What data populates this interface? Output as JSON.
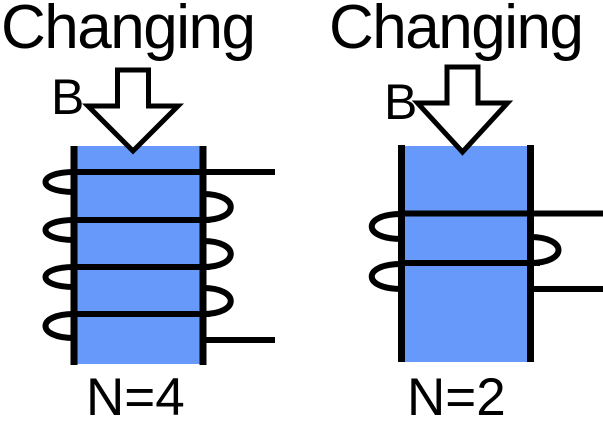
{
  "diagram": {
    "title_concept": "Changing magnetic field through coils",
    "left_coil": {
      "field_label": "Changing",
      "field_symbol": "B",
      "turns_label": "N=4",
      "turns_count": 4
    },
    "right_coil": {
      "field_label": "Changing",
      "field_symbol": "B",
      "turns_label": "N=2",
      "turns_count": 2
    }
  },
  "colors": {
    "core_fill": "#6699FA",
    "wire": "#000000",
    "arrow_fill": "#FFFFFF",
    "arrow_outline": "#000000",
    "background": "#FFFFFF",
    "text": "#000000"
  }
}
